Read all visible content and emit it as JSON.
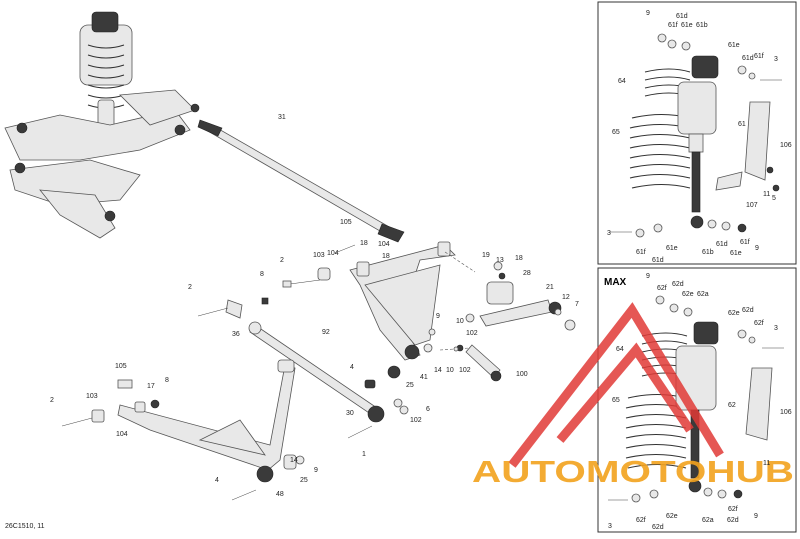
{
  "diagram": {
    "code": "26C1510, 11",
    "variant_label": "MAX",
    "watermark": "AUTOMOTOHUB",
    "callouts": {
      "c9a": "9",
      "c61d_a": "61d",
      "c61f_a": "61f",
      "c61e_a": "61e",
      "c61b_a": "61b",
      "c3_a": "3",
      "c61e_b": "61e",
      "c61d_b": "61d",
      "c61f_b": "61f",
      "c64_a": "64",
      "c65_a": "65",
      "c61_a": "61",
      "c106_a": "106",
      "c11_a": "11",
      "c5": "5",
      "c107": "107",
      "c3_b": "3",
      "c61f_c": "61f",
      "c61d_c": "61d",
      "c61e_c": "61e",
      "c61b_b": "61b",
      "c61d_d": "61d",
      "c61f_d": "61f",
      "c61e_d": "61e",
      "c9_b": "9",
      "c31": "31",
      "c105_a": "105",
      "c18_a": "18",
      "c103_a": "103",
      "c104_a": "104",
      "c104_b": "104",
      "c18_b": "18",
      "c2_a": "2",
      "c8_a": "8",
      "c2_b": "2",
      "c36": "36",
      "c92": "92",
      "c19": "19",
      "c13": "13",
      "c18_c": "18",
      "c28": "28",
      "c21": "21",
      "c12": "12",
      "c7": "7",
      "c9_c": "9",
      "c10_a": "10",
      "c102_a": "102",
      "c14_a": "14",
      "c10_b": "10",
      "c102_b": "102",
      "c100": "100",
      "c41": "41",
      "c4_a": "4",
      "c25_a": "25",
      "c102_c": "102",
      "c6": "6",
      "c30": "30",
      "c1": "1",
      "c105_b": "105",
      "c103_b": "103",
      "c17": "17",
      "c8_b": "8",
      "c2_c": "2",
      "c104_c": "104",
      "c9_d": "9",
      "c14_b": "14",
      "c25_b": "25",
      "c4_b": "4",
      "c48": "48",
      "c9_e": "9",
      "c62f_a": "62f",
      "c62d_a": "62d",
      "c62e_a": "62e",
      "c62a_a": "62a",
      "c62e_b": "62e",
      "c62d_b": "62d",
      "c62f_b": "62f",
      "c3_c": "3",
      "c64_b": "64",
      "c65_b": "65",
      "c62": "62",
      "c106_b": "106",
      "c11_b": "11",
      "c3_d": "3",
      "c62f_c": "62f",
      "c62d_c": "62d",
      "c62e_c": "62e",
      "c62a_b": "62a",
      "c62d_d": "62d",
      "c62f_d": "62f",
      "c9_f": "9"
    }
  },
  "colors": {
    "watermark_triangle": "#e03a36",
    "watermark_text": "#f2a21e",
    "line": "#333333"
  }
}
